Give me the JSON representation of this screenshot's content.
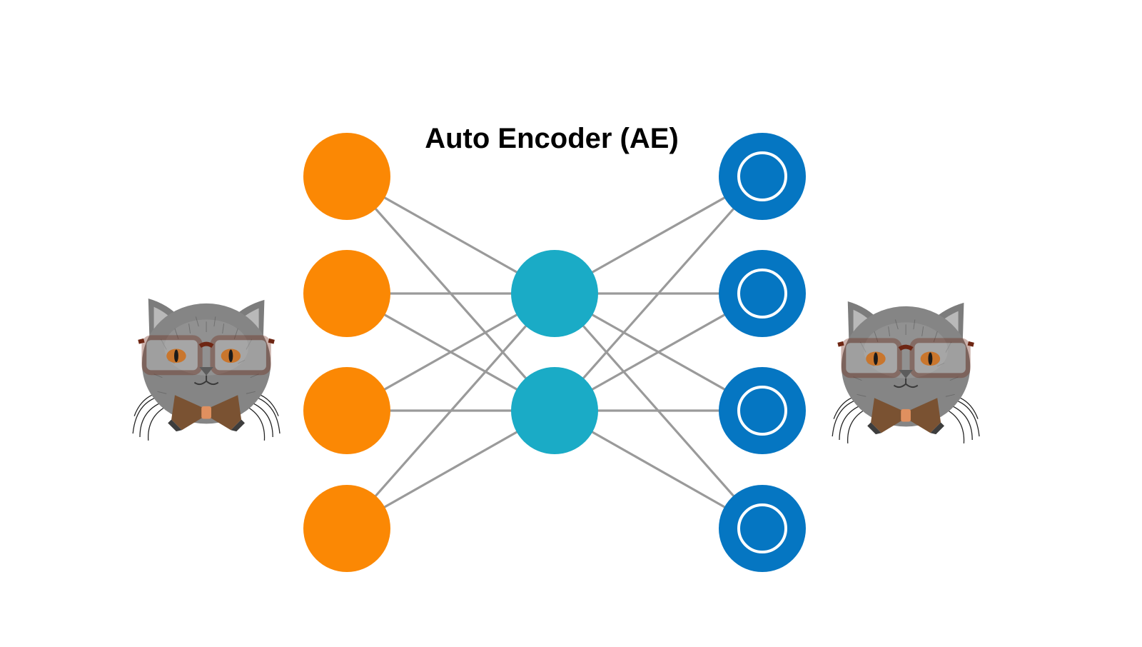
{
  "title": "Auto Encoder (AE)",
  "colors": {
    "background": "#ffffff",
    "input_node": "#fb8804",
    "hidden_node": "#1aabc6",
    "output_node": "#0576c2",
    "output_ring": "#ffffff",
    "edge": "#9a9a9a",
    "cat_fur": "#8a8a8a",
    "glasses": "#6e2613",
    "bow_tie": "#7a5232"
  },
  "layers": [
    {
      "name": "input",
      "node_count": 4
    },
    {
      "name": "hidden",
      "node_count": 2
    },
    {
      "name": "output",
      "node_count": 4
    }
  ],
  "illustrations": [
    {
      "name": "input-cat",
      "icon": "cat-with-glasses-and-bowtie"
    },
    {
      "name": "output-cat",
      "icon": "cat-with-glasses-and-bowtie"
    }
  ]
}
